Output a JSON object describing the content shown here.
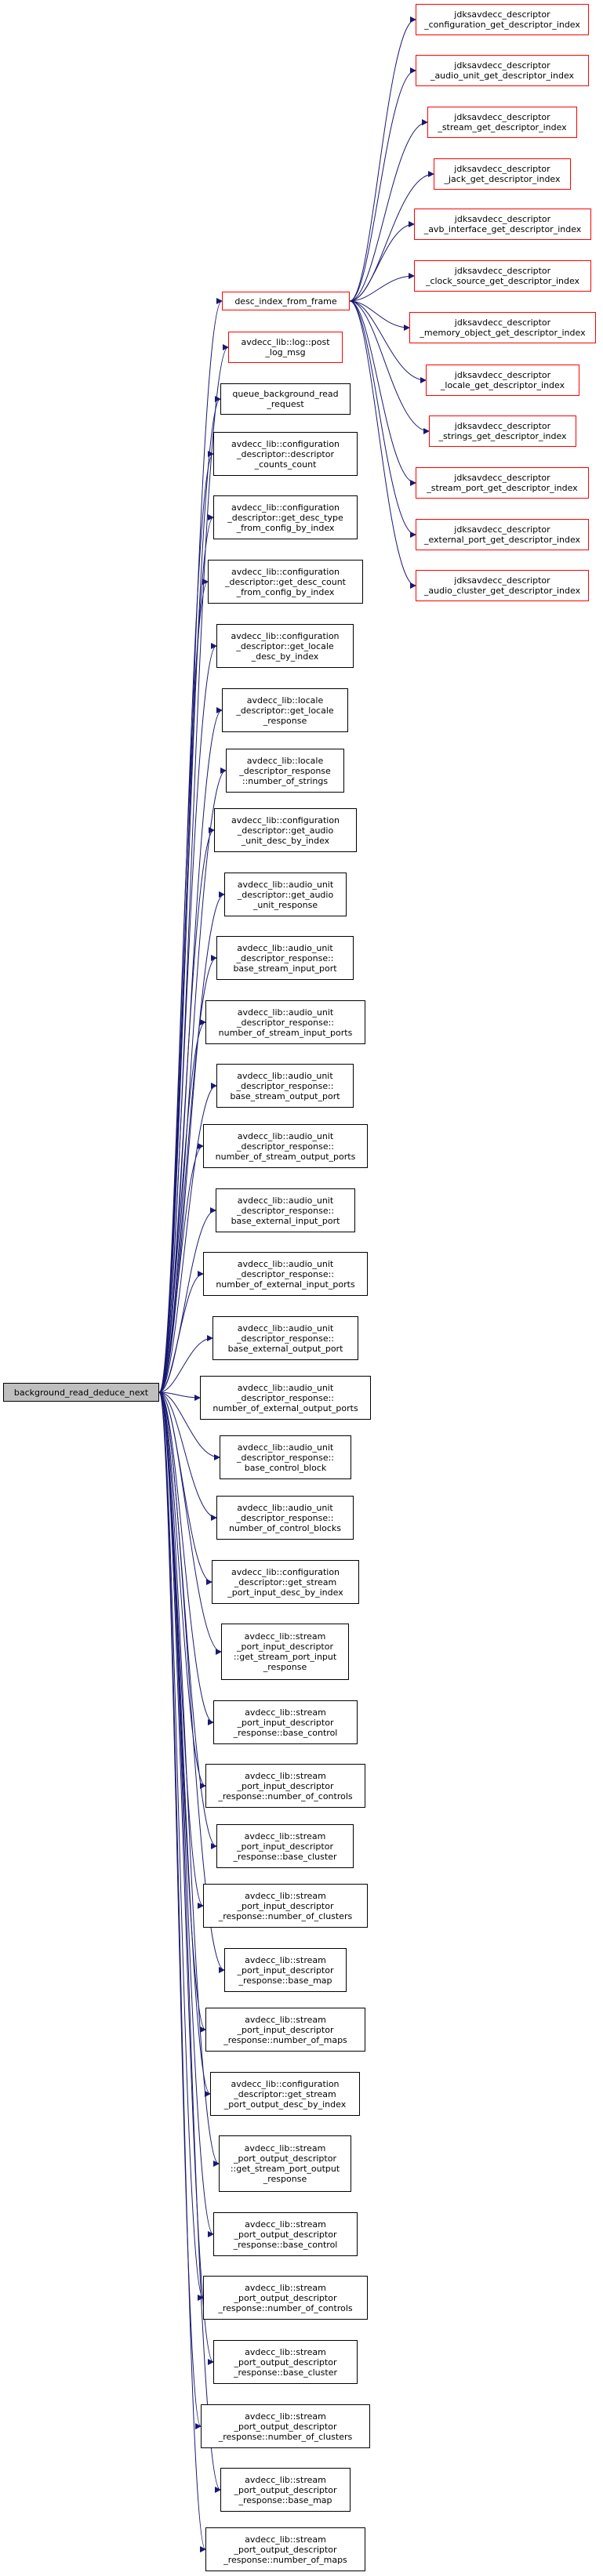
{
  "colors": {
    "edge": "#191970",
    "node_border": "#000000",
    "node_border_link": "#ff0000",
    "root_fill": "#bfbfbf",
    "background": "#ffffff"
  },
  "nodes": {
    "root": "background_read_deduce_next",
    "desc_index_from_frame": "desc_index_from_frame",
    "log_post_log_msg": "avdecc_lib::log::post\n_log_msg",
    "jdks": [
      "jdksavdecc_descriptor\n_configuration_get_descriptor_index",
      "jdksavdecc_descriptor\n_audio_unit_get_descriptor_index",
      "jdksavdecc_descriptor\n_stream_get_descriptor_index",
      "jdksavdecc_descriptor\n_jack_get_descriptor_index",
      "jdksavdecc_descriptor\n_avb_interface_get_descriptor_index",
      "jdksavdecc_descriptor\n_clock_source_get_descriptor_index",
      "jdksavdecc_descriptor\n_memory_object_get_descriptor_index",
      "jdksavdecc_descriptor\n_locale_get_descriptor_index",
      "jdksavdecc_descriptor\n_strings_get_descriptor_index",
      "jdksavdecc_descriptor\n_stream_port_get_descriptor_index",
      "jdksavdecc_descriptor\n_external_port_get_descriptor_index",
      "jdksavdecc_descriptor\n_audio_cluster_get_descriptor_index"
    ],
    "callees": [
      "queue_background_read\n_request",
      "avdecc_lib::configuration\n_descriptor::descriptor\n_counts_count",
      "avdecc_lib::configuration\n_descriptor::get_desc_type\n_from_config_by_index",
      "avdecc_lib::configuration\n_descriptor::get_desc_count\n_from_config_by_index",
      "avdecc_lib::configuration\n_descriptor::get_locale\n_desc_by_index",
      "avdecc_lib::locale\n_descriptor::get_locale\n_response",
      "avdecc_lib::locale\n_descriptor_response\n::number_of_strings",
      "avdecc_lib::configuration\n_descriptor::get_audio\n_unit_desc_by_index",
      "avdecc_lib::audio_unit\n_descriptor::get_audio\n_unit_response",
      "avdecc_lib::audio_unit\n_descriptor_response::\nbase_stream_input_port",
      "avdecc_lib::audio_unit\n_descriptor_response::\nnumber_of_stream_input_ports",
      "avdecc_lib::audio_unit\n_descriptor_response::\nbase_stream_output_port",
      "avdecc_lib::audio_unit\n_descriptor_response::\nnumber_of_stream_output_ports",
      "avdecc_lib::audio_unit\n_descriptor_response::\nbase_external_input_port",
      "avdecc_lib::audio_unit\n_descriptor_response::\nnumber_of_external_input_ports",
      "avdecc_lib::audio_unit\n_descriptor_response::\nbase_external_output_port",
      "avdecc_lib::audio_unit\n_descriptor_response::\nnumber_of_external_output_ports",
      "avdecc_lib::audio_unit\n_descriptor_response::\nbase_control_block",
      "avdecc_lib::audio_unit\n_descriptor_response::\nnumber_of_control_blocks",
      "avdecc_lib::configuration\n_descriptor::get_stream\n_port_input_desc_by_index",
      "avdecc_lib::stream\n_port_input_descriptor\n::get_stream_port_input\n_response",
      "avdecc_lib::stream\n_port_input_descriptor\n_response::base_control",
      "avdecc_lib::stream\n_port_input_descriptor\n_response::number_of_controls",
      "avdecc_lib::stream\n_port_input_descriptor\n_response::base_cluster",
      "avdecc_lib::stream\n_port_input_descriptor\n_response::number_of_clusters",
      "avdecc_lib::stream\n_port_input_descriptor\n_response::base_map",
      "avdecc_lib::stream\n_port_input_descriptor\n_response::number_of_maps",
      "avdecc_lib::configuration\n_descriptor::get_stream\n_port_output_desc_by_index",
      "avdecc_lib::stream\n_port_output_descriptor\n::get_stream_port_output\n_response",
      "avdecc_lib::stream\n_port_output_descriptor\n_response::base_control",
      "avdecc_lib::stream\n_port_output_descriptor\n_response::number_of_controls",
      "avdecc_lib::stream\n_port_output_descriptor\n_response::base_cluster",
      "avdecc_lib::stream\n_port_output_descriptor\n_response::number_of_clusters",
      "avdecc_lib::stream\n_port_output_descriptor\n_response::base_map",
      "avdecc_lib::stream\n_port_output_descriptor\n_response::number_of_maps"
    ]
  }
}
